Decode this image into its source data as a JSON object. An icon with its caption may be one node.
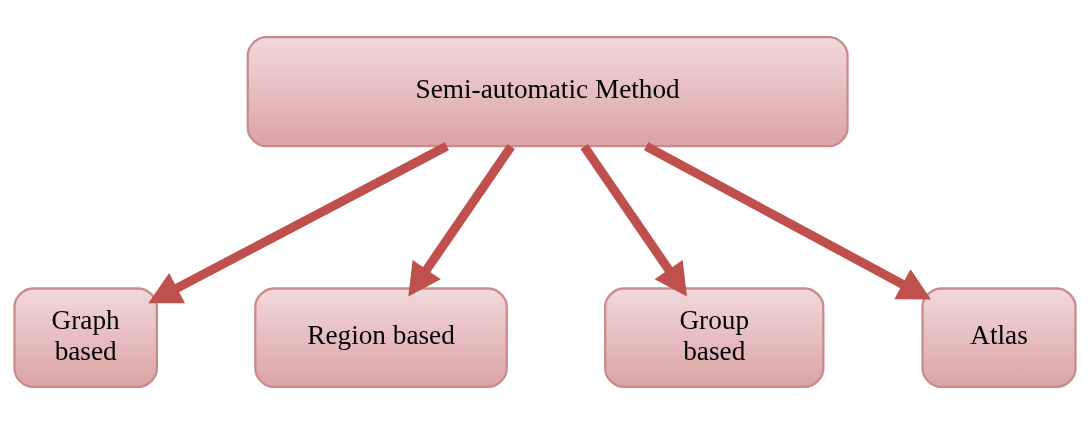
{
  "diagram": {
    "nodes": [
      {
        "text": [
          "Semi-automatic Method"
        ]
      },
      {
        "text": [
          "Graph based"
        ]
      },
      {
        "text": [
          "Region based"
        ]
      },
      {
        "text": [
          "Group based"
        ]
      },
      {
        "text": [
          "Atlas"
        ]
      }
    ],
    "edges": [
      {
        "from": 0,
        "to": 1,
        "arrow": "to"
      },
      {
        "from": 0,
        "to": 2,
        "arrow": "to"
      },
      {
        "from": 0,
        "to": 3,
        "arrow": "to"
      },
      {
        "from": 0,
        "to": 4,
        "arrow": "to"
      }
    ]
  }
}
